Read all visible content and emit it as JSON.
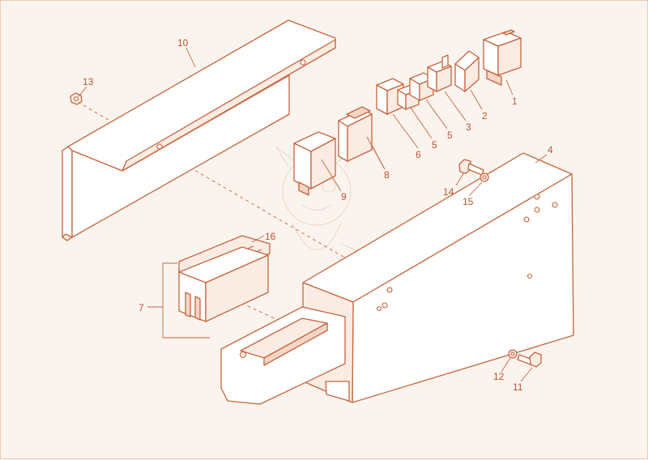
{
  "diagram": {
    "type": "exploded-parts-diagram",
    "line_color": "#c8643c",
    "background_color": "#fbf4ee",
    "callouts": [
      "10",
      "13",
      "4",
      "14",
      "15",
      "1",
      "2",
      "3",
      "5",
      "5",
      "6",
      "8",
      "9",
      "16",
      "7",
      "12",
      "11"
    ]
  }
}
